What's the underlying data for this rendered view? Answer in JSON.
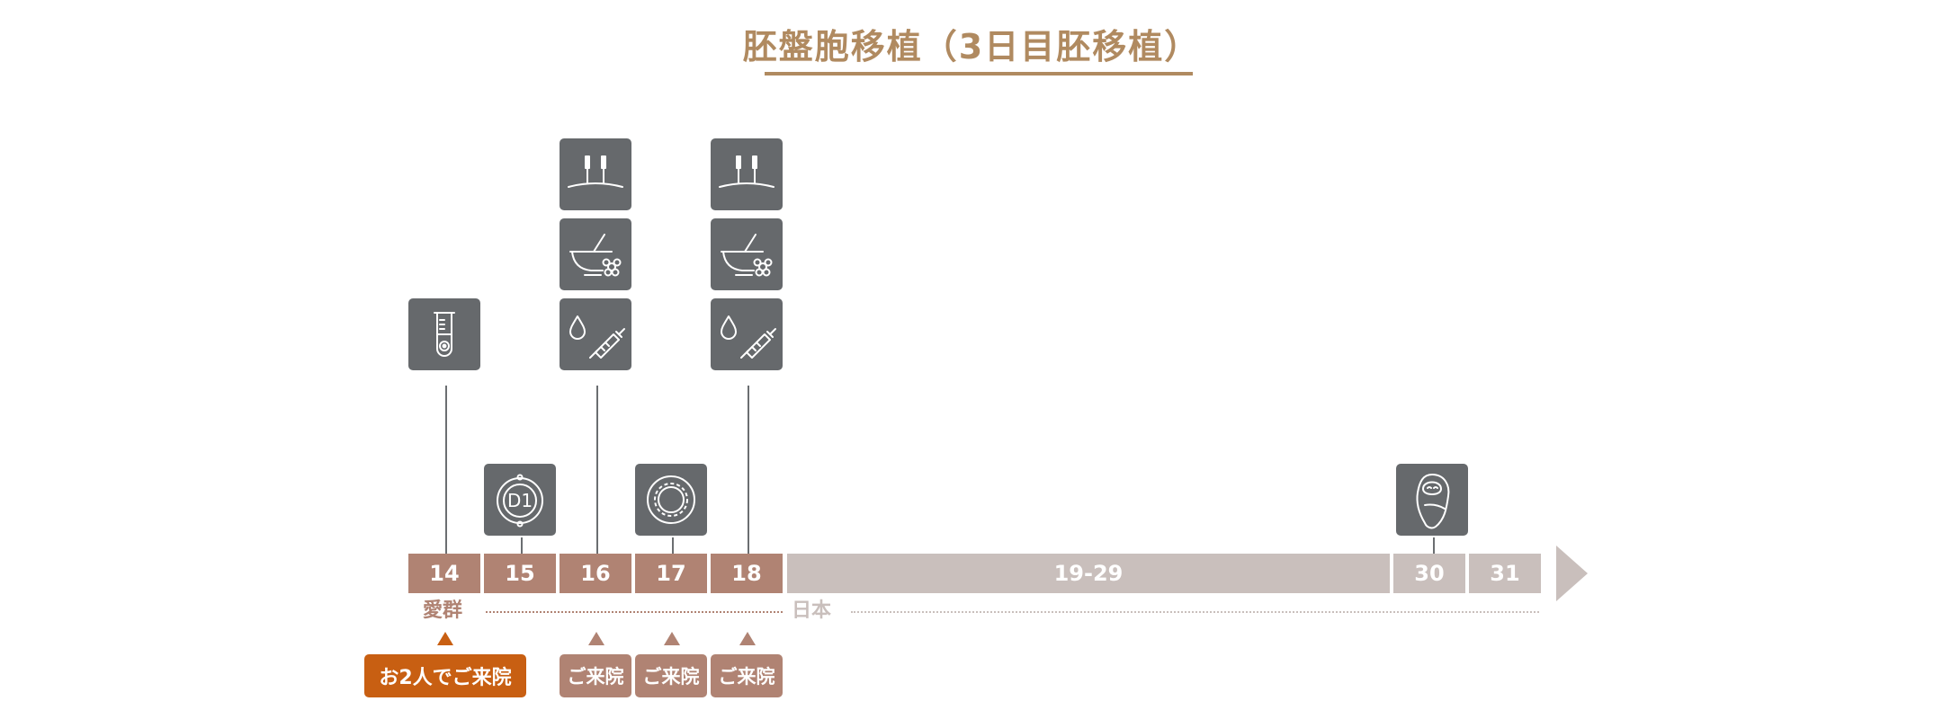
{
  "title": "胚盤胞移植（3日目胚移植）",
  "days": [
    "14",
    "15",
    "16",
    "17",
    "18",
    "19-29",
    "30",
    "31"
  ],
  "locations": {
    "aichi": "愛群",
    "japan": "日本"
  },
  "visits": {
    "together": "お2人でご来院",
    "single": "ご来院"
  },
  "icons": {
    "test_tube": "test-tube-icon",
    "embryo_d1": "embryo-d1-label",
    "embryo_d1_text": "D1",
    "acupuncture": "acupuncture-needles-icon",
    "herbal": "herbal-mortar-icon",
    "injection": "drop-syringe-icon",
    "blastocyst": "blastocyst-icon",
    "baby": "swaddled-baby-icon"
  },
  "colors": {
    "title": "#b08a60",
    "icon_bg": "#66696c",
    "day_active": "#b08373",
    "day_inactive": "#c9bfbc",
    "visit_together": "#c85f12",
    "visit_single": "#b08373"
  }
}
